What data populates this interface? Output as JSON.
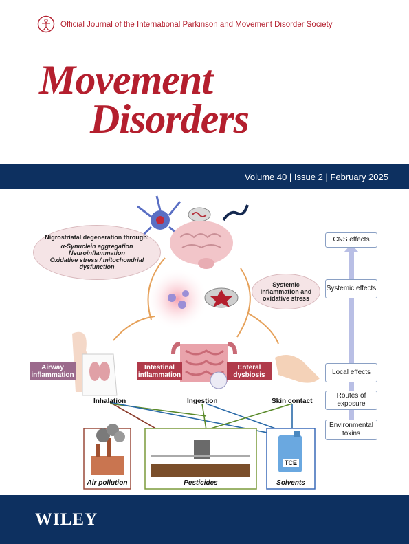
{
  "header": {
    "society": "Official Journal of the International Parkinson and Movement Disorder Society",
    "title_line1": "Movement",
    "title_line2": "Disorders",
    "volume_line": "Volume 40 | Issue 2 | February 2025"
  },
  "figure": {
    "nigro_title": "Nigrostriatal degeneration through:",
    "nigro_items": [
      "α-Synuclein aggregation",
      "Neuroinflammation",
      "Oxidative stress / mitochondrial dysfunction"
    ],
    "systemic_bubble": "Systemic inflammation and oxidative stress",
    "airway": "Airway inflammation",
    "intestinal": "Intestinal inflammation",
    "enteral": "Enteral dysbiosis",
    "routes": {
      "inhalation": "Inhalation",
      "ingestion": "Ingestion",
      "skin": "Skin contact"
    },
    "sources": {
      "air": "Air pollution",
      "pesticides": "Pesticides",
      "solvents": "Solvents"
    },
    "tce": "TCE",
    "levels": [
      "CNS effects",
      "Systemic effects",
      "Local effects",
      "Routes of exposure",
      "Environmental toxins"
    ]
  },
  "footer": {
    "publisher": "WILEY"
  }
}
